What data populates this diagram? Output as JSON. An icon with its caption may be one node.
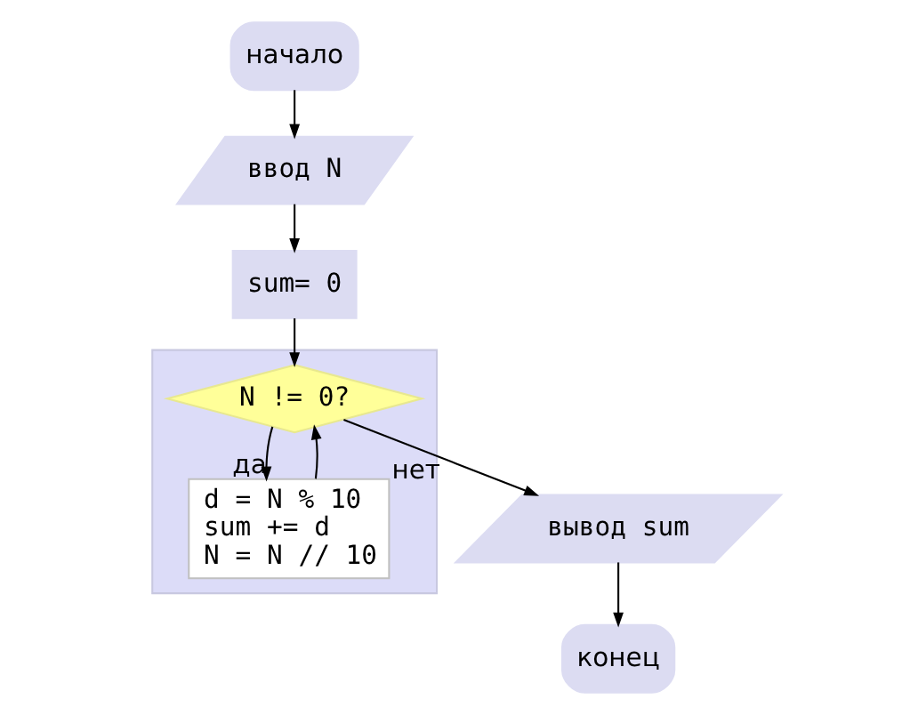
{
  "diagram": {
    "nodes": [
      {
        "text": [
          "начало"
        ]
      },
      {
        "text": [
          "ввод N"
        ]
      },
      {
        "text": [
          "sum= 0"
        ]
      },
      {
        "text": [],
        "shape": "box"
      },
      {
        "text": [
          "N != 0?"
        ],
        "in": 3
      },
      {
        "text": [
          "d = N % 10",
          "sum += d",
          "N = N // 10"
        ],
        "in": 3
      },
      {
        "text": [
          "вывод sum"
        ]
      },
      {
        "text": [
          "конец"
        ]
      }
    ],
    "edges": [
      {
        "from": 0,
        "to": 1,
        "arrow": "to"
      },
      {
        "from": 1,
        "to": 2,
        "arrow": "to"
      },
      {
        "from": 2,
        "to": 4,
        "arrow": "to"
      },
      {
        "from": 4,
        "to": 5,
        "arrow": "to",
        "label": "да"
      },
      {
        "from": 5,
        "to": 4,
        "arrow": "to"
      },
      {
        "from": 4,
        "to": 6,
        "arrow": "to",
        "label": "нет"
      },
      {
        "from": 6,
        "to": 7,
        "arrow": "to"
      }
    ]
  }
}
